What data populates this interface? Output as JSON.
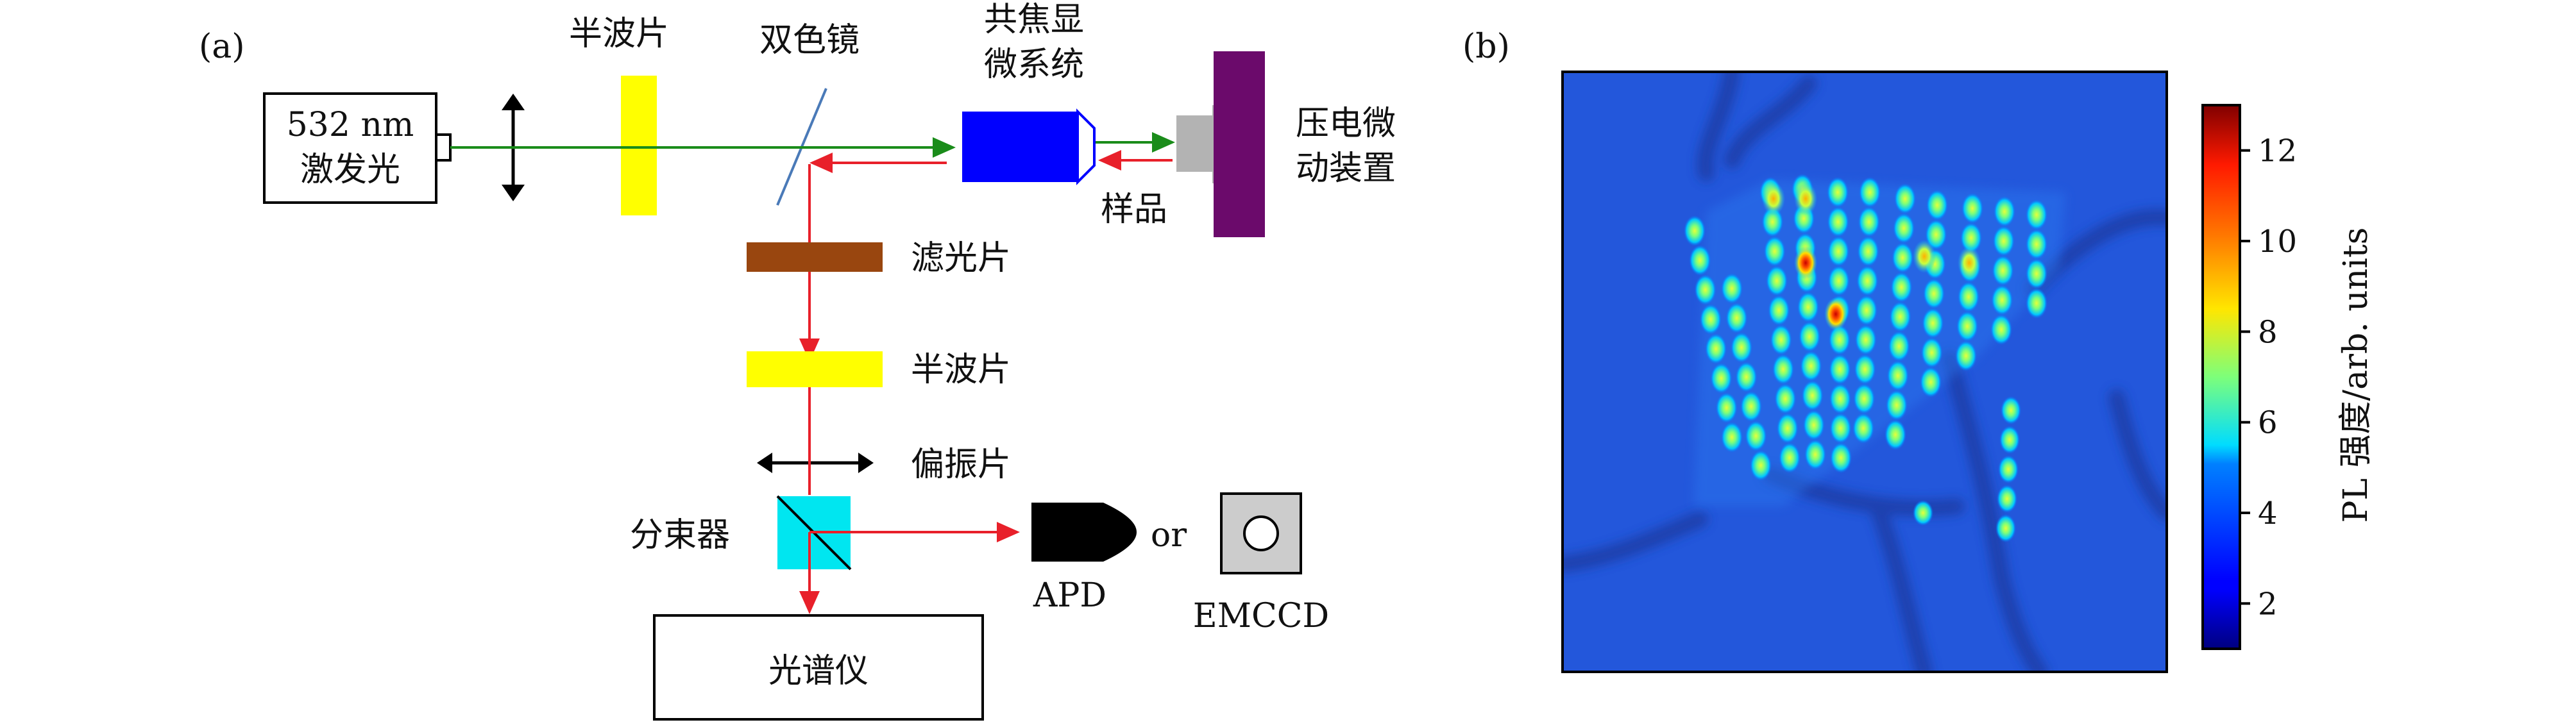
{
  "panel_a": {
    "tag": "(a)",
    "laser_line1": "532 nm",
    "laser_line2": "激发光",
    "halfwave_top": "半波片",
    "dichroic": "双色镜",
    "confocal_line1": "共焦显",
    "confocal_line2": "微系统",
    "piezo_line1": "压电微",
    "piezo_line2": "动装置",
    "sample": "样品",
    "filter": "滤光片",
    "halfwave_bottom": "半波片",
    "polarizer": "偏振片",
    "splitter": "分束器",
    "apd": "APD",
    "or_text": "or",
    "emccd": "EMCCD",
    "spectrometer": "光谱仪"
  },
  "panel_b": {
    "tag": "(b)",
    "colorbar_label": "PL 强度/arb. units",
    "colorbar_ticks": [
      "2",
      "4",
      "6",
      "8",
      "10",
      "12"
    ],
    "colorbar_tick_values": [
      2,
      4,
      6,
      8,
      10,
      12
    ],
    "colorbar_range": [
      1,
      13
    ],
    "colormap": "jet"
  },
  "colors": {
    "green_beam": "#1a8c1a",
    "red_beam": "#e8202a",
    "halfwave": "#ffff00",
    "filter": "#99460f",
    "objective": "#0000ff",
    "piezo": "#6b0a6b",
    "sample": "#b3b3b3",
    "splitter": "#00e6f0",
    "map_background": "#1f52d6"
  }
}
